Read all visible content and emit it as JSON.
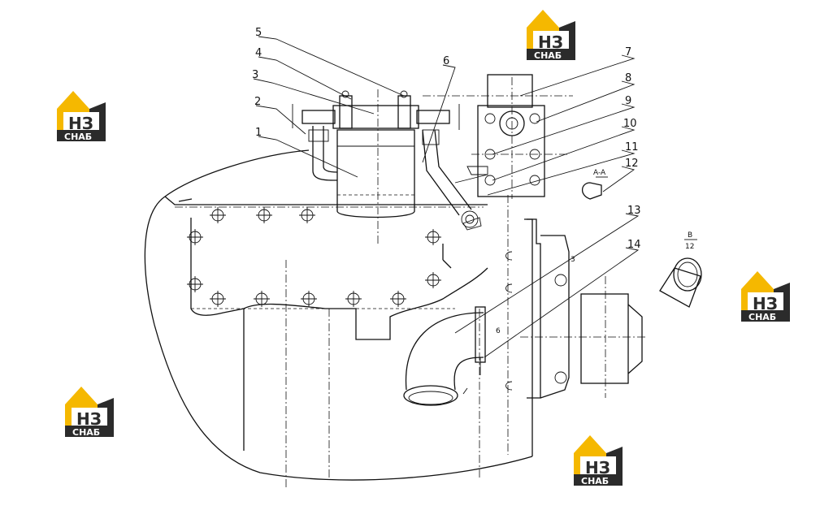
{
  "part_labels": [
    "1",
    "2",
    "3",
    "4",
    "5",
    "6",
    "7",
    "8",
    "9",
    "10",
    "11",
    "12",
    "13",
    "14"
  ],
  "section_a": "A-A",
  "view_b": {
    "letter": "B",
    "scale": "12"
  },
  "small_marks": {
    "six": "6",
    "three": "3"
  },
  "logo": {
    "letters": "НЗ",
    "caption": "СНАБ"
  },
  "colors": {
    "logo_yellow": "#f5b800",
    "logo_dark": "#2b2b2b",
    "line": "#111111"
  }
}
